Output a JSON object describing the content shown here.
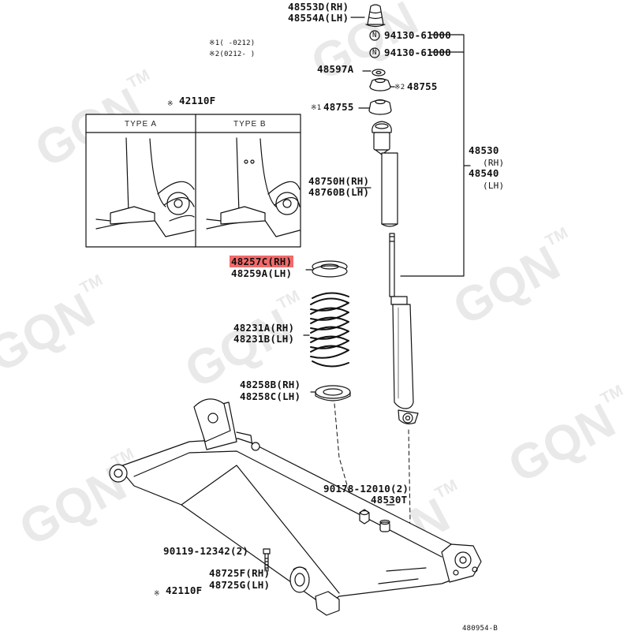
{
  "watermark": {
    "brand": "GQN",
    "mark": "TM"
  },
  "notes": {
    "note1": "※1(     -0212)",
    "note2": "※2(0212-     )"
  },
  "inset": {
    "type_a": "TYPE A",
    "type_b": "TYPE B"
  },
  "colors": {
    "highlight": "#f26a6a",
    "line": "#111111",
    "watermark": "#e9e9e9"
  },
  "labels": {
    "bump_stop_rh": "48553D(RH)",
    "bump_stop_lh": "48554A(LH)",
    "nut_1": "94130-61000",
    "nut_2": "94130-61000",
    "retainer": "48597A",
    "support_2": "48755",
    "support_1": "48755",
    "mark_n": "N",
    "mark_s1": "※1",
    "mark_s2": "※2",
    "mark_star": "※",
    "beam_top": "42110F",
    "absorber_main": "48530",
    "absorber_rh_unit": "(RH)",
    "absorber_lh": "48540",
    "absorber_lh_unit": "(LH)",
    "cover_rh": "48750H(RH)",
    "cover_lh": "48760B(LH)",
    "upper_seat_rh": "48257C(RH)",
    "upper_seat_lh": "48259A(LH)",
    "spring_rh": "48231A(RH)",
    "spring_lh": "48231B(LH)",
    "lower_seat_rh": "48258B(RH)",
    "lower_seat_lh": "48258C(LH)",
    "bolt_qty": "90178-12010(2)",
    "bushing_t": "48530T",
    "bolt_beam": "90119-12342(2)",
    "bush_rh": "48725F(RH)",
    "bush_lh": "48725G(LH)",
    "beam_bottom": "42110F",
    "fig_ref": "480954-B"
  }
}
